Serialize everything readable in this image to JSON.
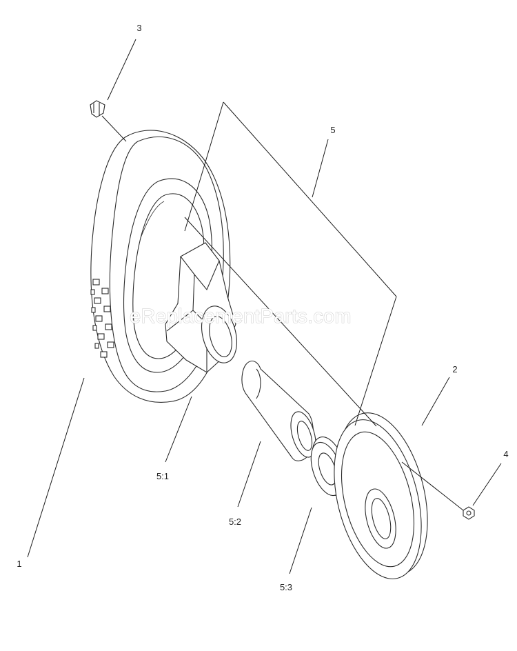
{
  "callouts": {
    "c1": "1",
    "c2": "2",
    "c3": "3",
    "c4": "4",
    "c5": "5",
    "c51": "5:1",
    "c52": "5:2",
    "c53": "5:3"
  },
  "watermark": "eReplacementParts.com",
  "colors": {
    "line": "#1a1a1a",
    "watermark_outline": "#c9c9c9"
  }
}
